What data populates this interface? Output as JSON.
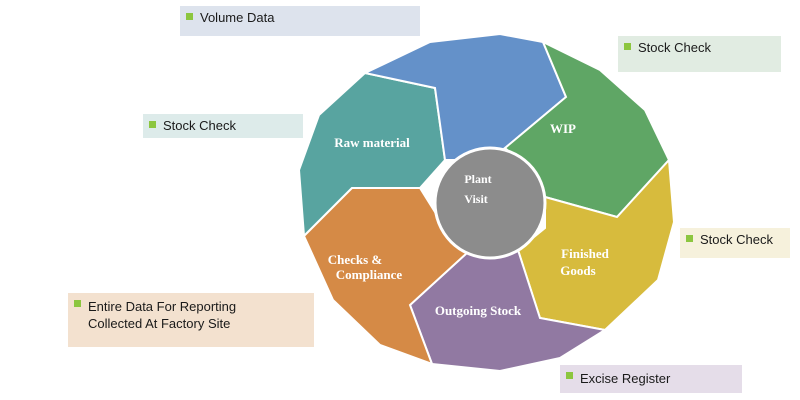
{
  "diagram": {
    "center": {
      "line1": "Plant",
      "line2": "Visit"
    },
    "segments": [
      {
        "line1": "Raw material",
        "line2": "",
        "color": "#58a4a0"
      },
      {
        "line1": "",
        "line2": "",
        "color": "#6491c9"
      },
      {
        "line1": "WIP",
        "line2": "",
        "color": "#5fa665"
      },
      {
        "line1": "Finished",
        "line2": "Goods",
        "color": "#d7bb3d"
      },
      {
        "line1": "Outgoing  Stock",
        "line2": "",
        "color": "#9179a2"
      },
      {
        "line1": "Checks &",
        "line2": "Compliance",
        "color": "#d58a46"
      }
    ],
    "center_color": "#8c8c8c",
    "callouts": {
      "volume": {
        "line1": "Volume Data",
        "line2": "",
        "bg": "#dde3ed"
      },
      "stock_wip": {
        "line1": "Stock Check",
        "line2": "",
        "bg": "#e1ece2"
      },
      "stock_raw": {
        "line1": "Stock Check",
        "line2": "",
        "bg": "#ddebea"
      },
      "stock_finished": {
        "line1": "Stock Check",
        "line2": "",
        "bg": "#f6f1dc"
      },
      "entire_data": {
        "line1": "Entire Data For Reporting",
        "line2": "Collected At Factory Site",
        "bg": "#f3e1cf"
      },
      "excise": {
        "line1": "Excise Register",
        "line2": "",
        "bg": "#e5dde9"
      }
    },
    "bullet_color": "#8cc63f"
  }
}
